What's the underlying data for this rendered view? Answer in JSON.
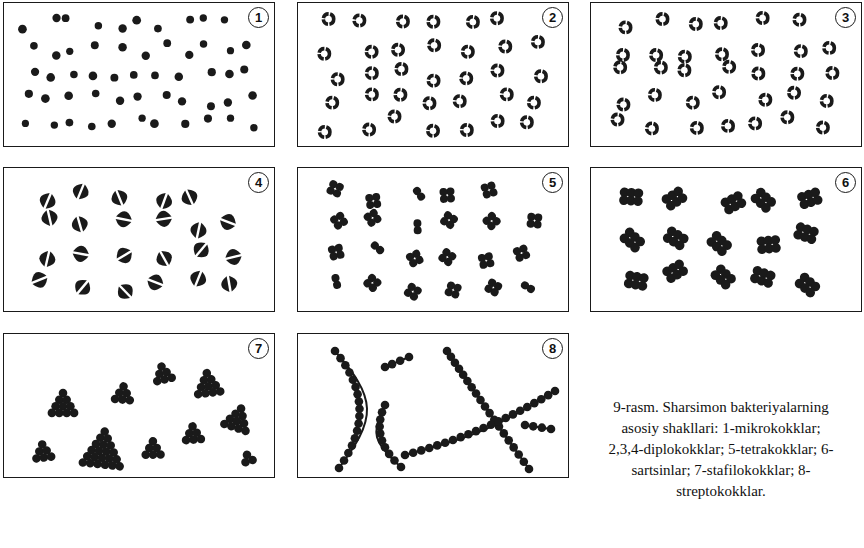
{
  "diagram": {
    "caption": "9-rasm. Sharsimon bakteriyalarning asosiy shakllari: 1-mikrokokklar; 2,3,4-diplokokklar; 5-tetrakokklar; 6-sartsinlar; 7-stafilokokklar; 8-streptokokklar.",
    "nodes": [
      {
        "text": [
          "1"
        ]
      },
      {
        "text": [
          "2"
        ]
      },
      {
        "text": [
          "3"
        ]
      },
      {
        "text": [
          "4"
        ]
      },
      {
        "text": [
          "5"
        ]
      },
      {
        "text": [
          "6"
        ]
      },
      {
        "text": [
          "7"
        ]
      },
      {
        "text": [
          "8"
        ]
      }
    ]
  }
}
